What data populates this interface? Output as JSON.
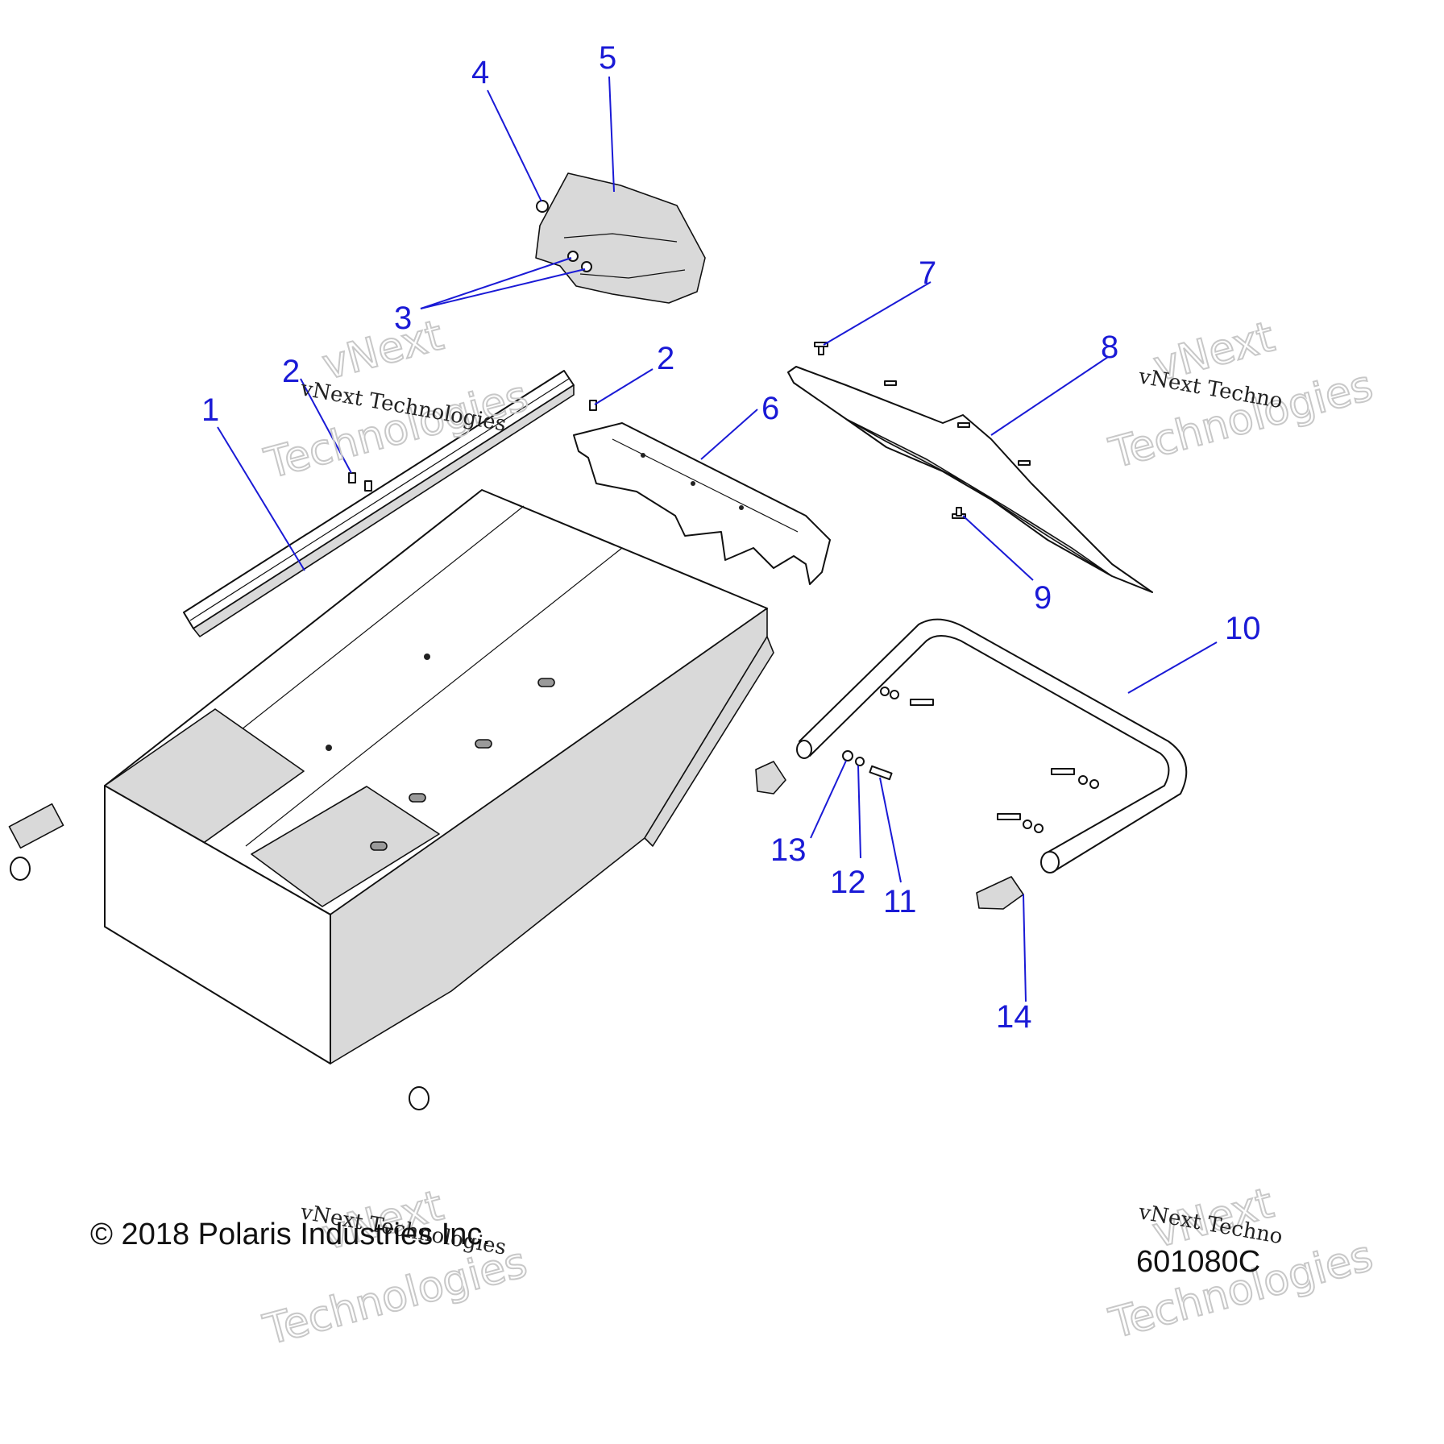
{
  "callouts": [
    {
      "id": "c1",
      "label": "1"
    },
    {
      "id": "c2a",
      "label": "2"
    },
    {
      "id": "c2b",
      "label": "2"
    },
    {
      "id": "c3",
      "label": "3"
    },
    {
      "id": "c4",
      "label": "4"
    },
    {
      "id": "c5",
      "label": "5"
    },
    {
      "id": "c6",
      "label": "6"
    },
    {
      "id": "c7",
      "label": "7"
    },
    {
      "id": "c8",
      "label": "8"
    },
    {
      "id": "c9",
      "label": "9"
    },
    {
      "id": "c10",
      "label": "10"
    },
    {
      "id": "c11",
      "label": "11"
    },
    {
      "id": "c12",
      "label": "12"
    },
    {
      "id": "c13",
      "label": "13"
    },
    {
      "id": "c14",
      "label": "14"
    }
  ],
  "watermark": {
    "line1": "vNext",
    "line2": "Technologies",
    "caption": "vNext Technologies",
    "caption_cut": "vNext Techno"
  },
  "footer": {
    "copyright": "© 2018 Polaris Industries Inc.",
    "figure_number": "601080C"
  },
  "colors": {
    "callout": "#1a1ad6",
    "line_art": "#111111",
    "watermark": "#c8c8c8"
  }
}
